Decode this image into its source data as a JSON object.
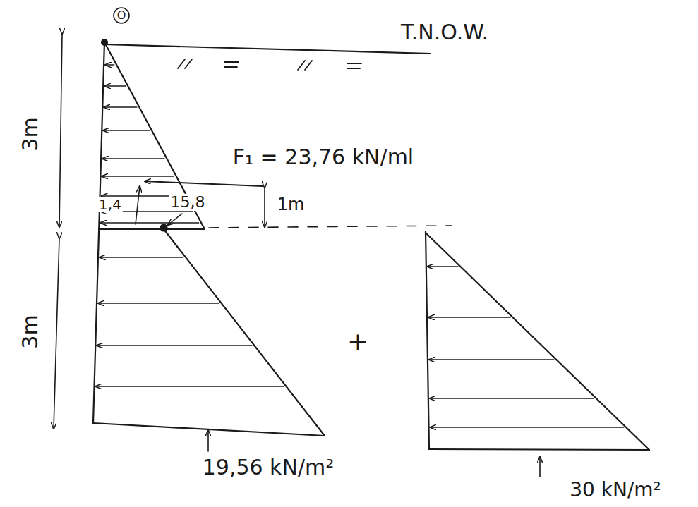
{
  "diagram": {
    "labels": [
      "O",
      "T.N.O.W.",
      "3m",
      "F₁ = 23,76 kN/ml",
      "1,4",
      "15,8",
      "1m",
      "3m",
      "+",
      "19,56 kN/m²",
      "30 kN/m²"
    ]
  }
}
